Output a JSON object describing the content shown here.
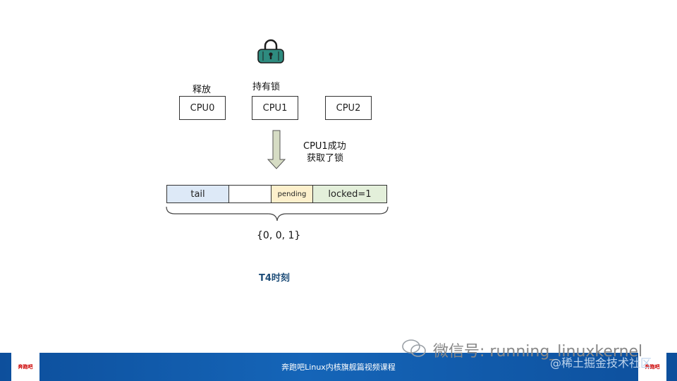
{
  "labels": {
    "release": "释放",
    "hold_lock": "持有锁",
    "transition_line1": "CPU1成功",
    "transition_line2": "获取了锁",
    "brace_value": "{0, 0, 1}",
    "time": "T4时刻"
  },
  "cpus": [
    "CPU0",
    "CPU1",
    "CPU2"
  ],
  "lock_word": {
    "tail": "tail",
    "middle": "",
    "pending": "pending",
    "locked": "locked=1"
  },
  "colors": {
    "tail_fill": "#dde9f7",
    "pending_fill": "#fdf0cc",
    "locked_fill": "#e3efda",
    "lock_icon": "#2e8b7f",
    "arrow_fill": "#d6dcc4",
    "footer": "#1565b8",
    "time_label": "#1f4e79"
  },
  "footer": {
    "title": "奔跑吧Linux内核旗舰篇视频课程",
    "logo_left": "奔跑吧",
    "logo_right": "奔跑吧"
  },
  "watermark": {
    "wechat": "微信号: running_linuxkernel",
    "juejin": "@稀土掘金技术社区"
  }
}
